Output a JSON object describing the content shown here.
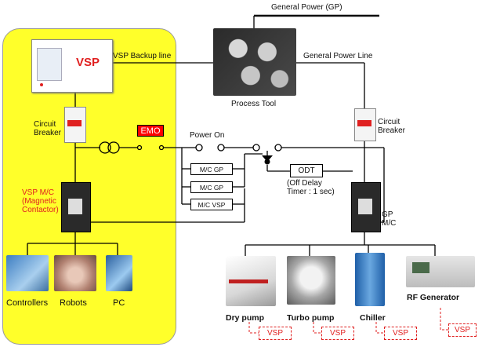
{
  "labels": {
    "general_power": "General Power (GP)",
    "vsp_backup_line": "VSP Backup line",
    "general_power_line": "General Power Line",
    "process_tool": "Process Tool",
    "circuit_breaker_left": "Circuit\nBreaker",
    "circuit_breaker_right": "Circuit\nBreaker",
    "emo": "EMO",
    "power_on": "Power On",
    "mc_gp_1": "M/C GP",
    "mc_gp_2": "M/C GP",
    "mc_vsp": "M/C VSP",
    "odt": "ODT",
    "odt_note": "(Off Delay\nTimer : 1 sec)",
    "vsp_mc": "VSP M/C\n(Magnetic\nContactor)",
    "gp_mc": "GP\nM/C",
    "vsp_unit_text": "VSP",
    "controllers": "Controllers",
    "robots": "Robots",
    "pc": "PC",
    "dry_pump": "Dry pump",
    "turbo_pump": "Turbo pump",
    "chiller": "Chiller",
    "rf_generator": "RF Generator",
    "vsp_tags": [
      "VSP",
      "VSP",
      "VSP",
      "VSP"
    ]
  },
  "colors": {
    "vsp_zone": "#ffff2a",
    "emo_fill": "#ff0000",
    "accent_red": "#e02020"
  }
}
